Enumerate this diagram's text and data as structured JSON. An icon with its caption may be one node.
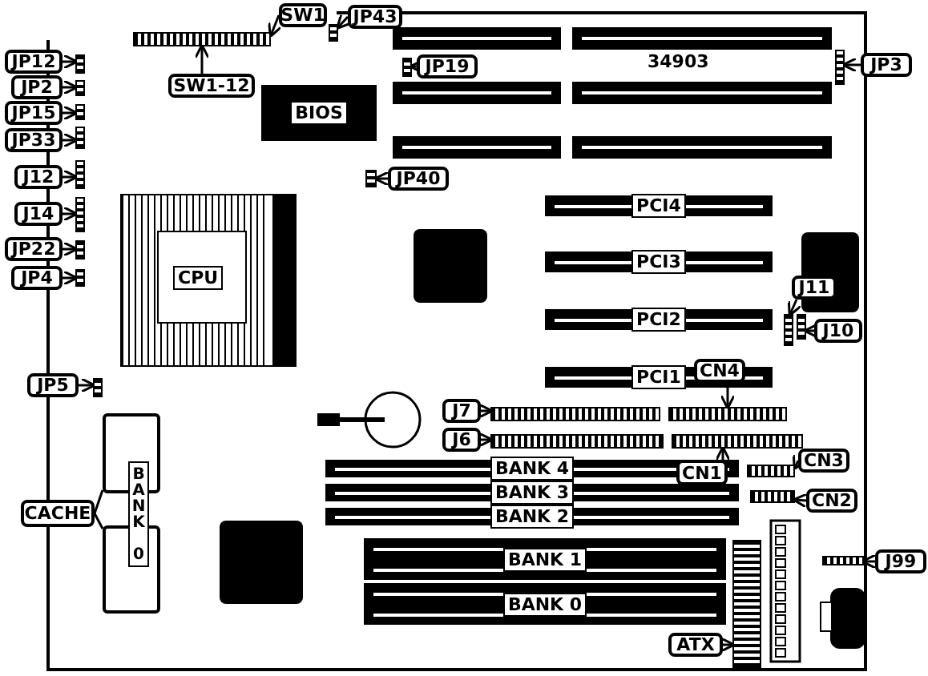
{
  "diagram": {
    "nodes": [
      {
        "text": [
          "SW1"
        ]
      },
      {
        "text": [],
        "shape": "box"
      },
      {
        "text": [
          "SW1-12"
        ]
      },
      {
        "text": [
          "JP43"
        ]
      },
      {
        "text": [],
        "shape": "box"
      },
      {
        "text": [
          "JP12"
        ]
      },
      {
        "text": [],
        "shape": "box"
      },
      {
        "text": [
          "JP2"
        ]
      },
      {
        "text": [],
        "shape": "box"
      },
      {
        "text": [
          "JP15"
        ]
      },
      {
        "text": [],
        "shape": "box"
      },
      {
        "text": [
          "JP33"
        ]
      },
      {
        "text": [],
        "shape": "box"
      },
      {
        "text": [
          "J12"
        ]
      },
      {
        "text": [],
        "shape": "box"
      },
      {
        "text": [
          "J14"
        ]
      },
      {
        "text": [],
        "shape": "box"
      },
      {
        "text": [
          "JP22"
        ]
      },
      {
        "text": [],
        "shape": "box"
      },
      {
        "text": [
          "JP4"
        ]
      },
      {
        "text": [],
        "shape": "box"
      },
      {
        "text": [
          "JP5"
        ]
      },
      {
        "text": [],
        "shape": "box"
      },
      {
        "text": [
          "JP19"
        ]
      },
      {
        "text": [],
        "shape": "box"
      },
      {
        "text": [
          "JP40"
        ]
      },
      {
        "text": [],
        "shape": "box"
      },
      {
        "text": [
          "JP3"
        ]
      },
      {
        "text": [],
        "shape": "box"
      },
      {
        "text": [
          "J11"
        ]
      },
      {
        "text": [],
        "shape": "box"
      },
      {
        "text": [
          "J10"
        ]
      },
      {
        "text": [],
        "shape": "box"
      },
      {
        "text": [
          "J7"
        ]
      },
      {
        "text": [],
        "shape": "box"
      },
      {
        "text": [
          "J6"
        ]
      },
      {
        "text": [],
        "shape": "box"
      },
      {
        "text": [
          "CN4"
        ]
      },
      {
        "text": [],
        "shape": "box"
      },
      {
        "text": [
          "CN1"
        ]
      },
      {
        "text": [],
        "shape": "box"
      },
      {
        "text": [
          "CN3"
        ]
      },
      {
        "text": [],
        "shape": "box"
      },
      {
        "text": [
          "CN2"
        ]
      },
      {
        "text": [],
        "shape": "box"
      },
      {
        "text": [
          "J99"
        ]
      },
      {
        "text": [],
        "shape": "box"
      },
      {
        "text": [
          "ATX"
        ]
      },
      {
        "text": [],
        "shape": "box"
      },
      {
        "text": [
          "CACHE"
        ]
      },
      {
        "text": [],
        "shape": "box"
      },
      {
        "text": [],
        "shape": "box"
      },
      {
        "text": [
          "BIOS"
        ]
      },
      {
        "text": [
          "CPU"
        ]
      },
      {
        "text": [
          "PCI4"
        ]
      },
      {
        "text": [
          "PCI3"
        ]
      },
      {
        "text": [
          "PCI2"
        ]
      },
      {
        "text": [
          "PCI1"
        ]
      },
      {
        "text": [
          "BANK 4"
        ]
      },
      {
        "text": [
          "BANK 3"
        ]
      },
      {
        "text": [
          "BANK 2"
        ]
      },
      {
        "text": [
          "BANK 1"
        ]
      },
      {
        "text": [
          "BANK 0"
        ]
      },
      {
        "text": [],
        "shape": "bar"
      },
      {
        "text": [],
        "shape": "bar"
      },
      {
        "text": [],
        "shape": "bar"
      },
      {
        "text": [],
        "shape": "bar"
      },
      {
        "text": [],
        "shape": "bar"
      },
      {
        "text": [],
        "shape": "bar"
      }
    ],
    "edges": [
      {
        "from": 0,
        "to": 1,
        "arrow": "to"
      },
      {
        "from": 2,
        "to": 1,
        "arrow": "to"
      },
      {
        "from": 3,
        "to": 4,
        "arrow": "to"
      },
      {
        "from": 5,
        "to": 6,
        "arrow": "to"
      },
      {
        "from": 7,
        "to": 8,
        "arrow": "to"
      },
      {
        "from": 9,
        "to": 10,
        "arrow": "to"
      },
      {
        "from": 11,
        "to": 12,
        "arrow": "to"
      },
      {
        "from": 13,
        "to": 14,
        "arrow": "to"
      },
      {
        "from": 15,
        "to": 16,
        "arrow": "to"
      },
      {
        "from": 17,
        "to": 18,
        "arrow": "to"
      },
      {
        "from": 19,
        "to": 20,
        "arrow": "to"
      },
      {
        "from": 21,
        "to": 22,
        "arrow": "to"
      },
      {
        "from": 23,
        "to": 24,
        "arrow": "to"
      },
      {
        "from": 25,
        "to": 26,
        "arrow": "to"
      },
      {
        "from": 27,
        "to": 28,
        "arrow": "to"
      },
      {
        "from": 29,
        "to": 30,
        "arrow": "to"
      },
      {
        "from": 31,
        "to": 32,
        "arrow": "to"
      },
      {
        "from": 33,
        "to": 34,
        "arrow": "to"
      },
      {
        "from": 35,
        "to": 36,
        "arrow": "to"
      },
      {
        "from": 37,
        "to": 38,
        "arrow": "to"
      },
      {
        "from": 39,
        "to": 40,
        "arrow": "to"
      },
      {
        "from": 41,
        "to": 42,
        "arrow": "to"
      },
      {
        "from": 43,
        "to": 44,
        "arrow": "to"
      },
      {
        "from": 45,
        "to": 46,
        "arrow": "to"
      },
      {
        "from": 47,
        "to": 48,
        "arrow": "to"
      },
      {
        "from": 49,
        "to": 50,
        "arrow": "none"
      },
      {
        "from": 49,
        "to": 51,
        "arrow": "none"
      }
    ],
    "labels": [
      "34903",
      "BANK 0"
    ]
  }
}
